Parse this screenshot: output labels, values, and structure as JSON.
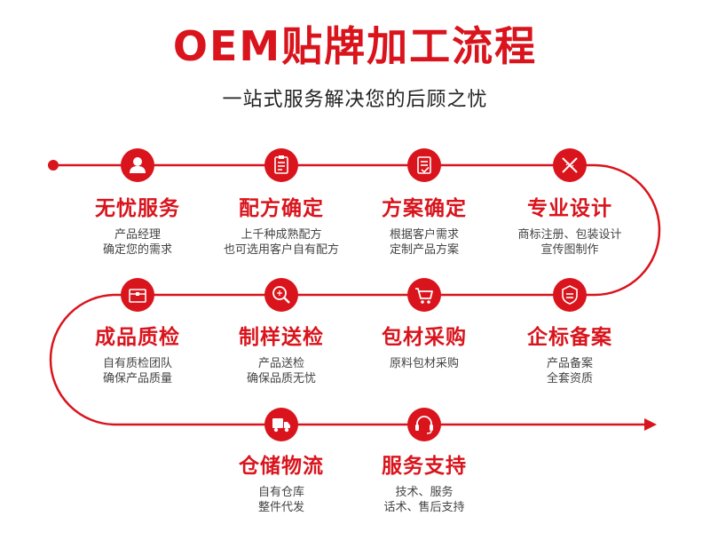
{
  "header": {
    "title": "OEM贴牌加工流程",
    "subtitle": "一站式服务解决您的后顾之忧"
  },
  "colors": {
    "accent": "#d9141c",
    "text": "#444444"
  },
  "steps": [
    {
      "icon": "user-icon",
      "title": "无忧服务",
      "lines": [
        "产品经理",
        "确定您的需求"
      ]
    },
    {
      "icon": "formula-clipboard-icon",
      "title": "配方确定",
      "lines": [
        "上千种成熟配方",
        "也可选用客户自有配方"
      ]
    },
    {
      "icon": "document-check-icon",
      "title": "方案确定",
      "lines": [
        "根据客户需求",
        "定制产品方案"
      ]
    },
    {
      "icon": "design-tools-icon",
      "title": "专业设计",
      "lines": [
        "商标注册、包装设计",
        "宣传图制作"
      ]
    },
    {
      "icon": "filing-shield-icon",
      "title": "企标备案",
      "lines": [
        "产品备案",
        "全套资质"
      ]
    },
    {
      "icon": "shopping-cart-icon",
      "title": "包材采购",
      "lines": [
        "原料包材采购"
      ]
    },
    {
      "icon": "inspection-magnifier-icon",
      "title": "制样送检",
      "lines": [
        "产品送检",
        "确保品质无忧"
      ]
    },
    {
      "icon": "box-icon",
      "title": "成品质检",
      "lines": [
        "自有质检团队",
        "确保产品质量"
      ]
    },
    {
      "icon": "delivery-truck-icon",
      "title": "仓储物流",
      "lines": [
        "自有仓库",
        "整件代发"
      ]
    },
    {
      "icon": "headset-icon",
      "title": "服务支持",
      "lines": [
        "技术、服务",
        "话术、售后支持"
      ]
    }
  ]
}
